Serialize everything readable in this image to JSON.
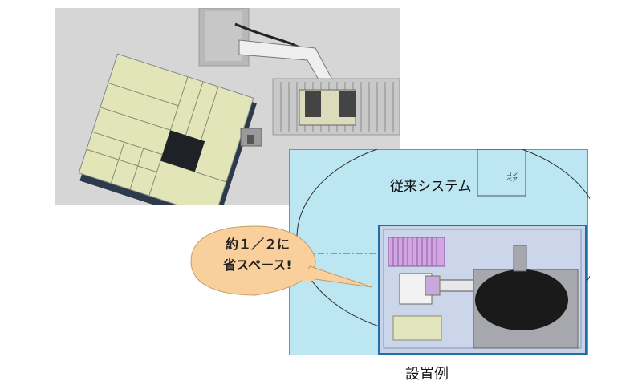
{
  "labels": {
    "conventional_system": "従来システム",
    "installation_example": "設置例",
    "conveyor_tag": "コンベア"
  },
  "callout": {
    "line1": "約１／２に",
    "line2": "省スペース!"
  },
  "colors": {
    "system_fill": "#bde6f3",
    "system_border": "#3fa7c4",
    "inner_border": "#1f6fa6",
    "callout_fill": "#f9cf9c",
    "box_fill": "#e3e6bc"
  }
}
